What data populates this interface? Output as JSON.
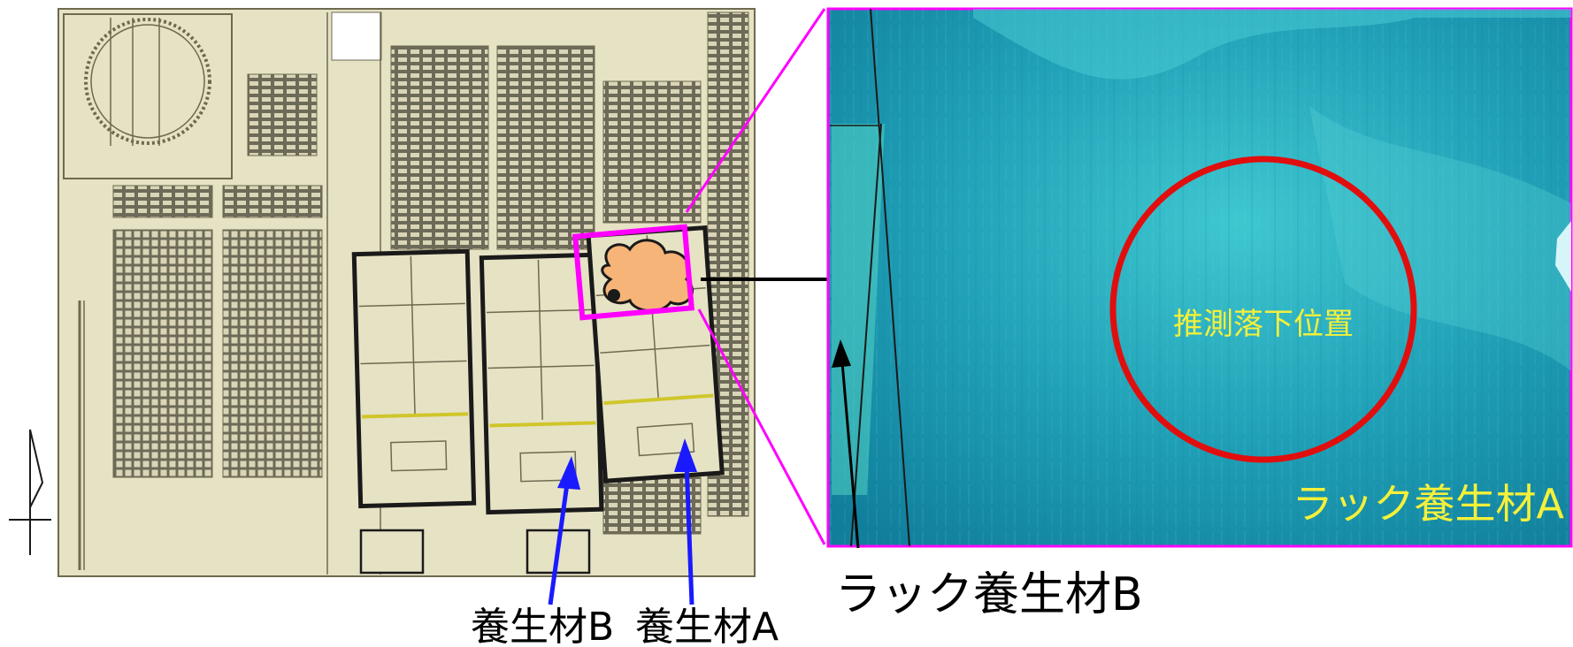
{
  "labels": {
    "estimated_drop": "推測落下位置",
    "rack_cover_a": "ラック養生材A",
    "rack_cover_b": "ラック養生材B",
    "cover_b": "養生材B",
    "cover_a": "養生材A"
  },
  "colors": {
    "plan_fill": "#e6e2c4",
    "plan_line": "#6e6a50",
    "rack_fill": "#6d6a58",
    "highlight": "#ff00ff",
    "circle": "#e10e0e",
    "photo_label": "#f5f03a",
    "blue_arrow": "#1a1aff",
    "water": "#2fb7c6"
  },
  "icons": {
    "north_arrow": "north-arrow-icon"
  }
}
